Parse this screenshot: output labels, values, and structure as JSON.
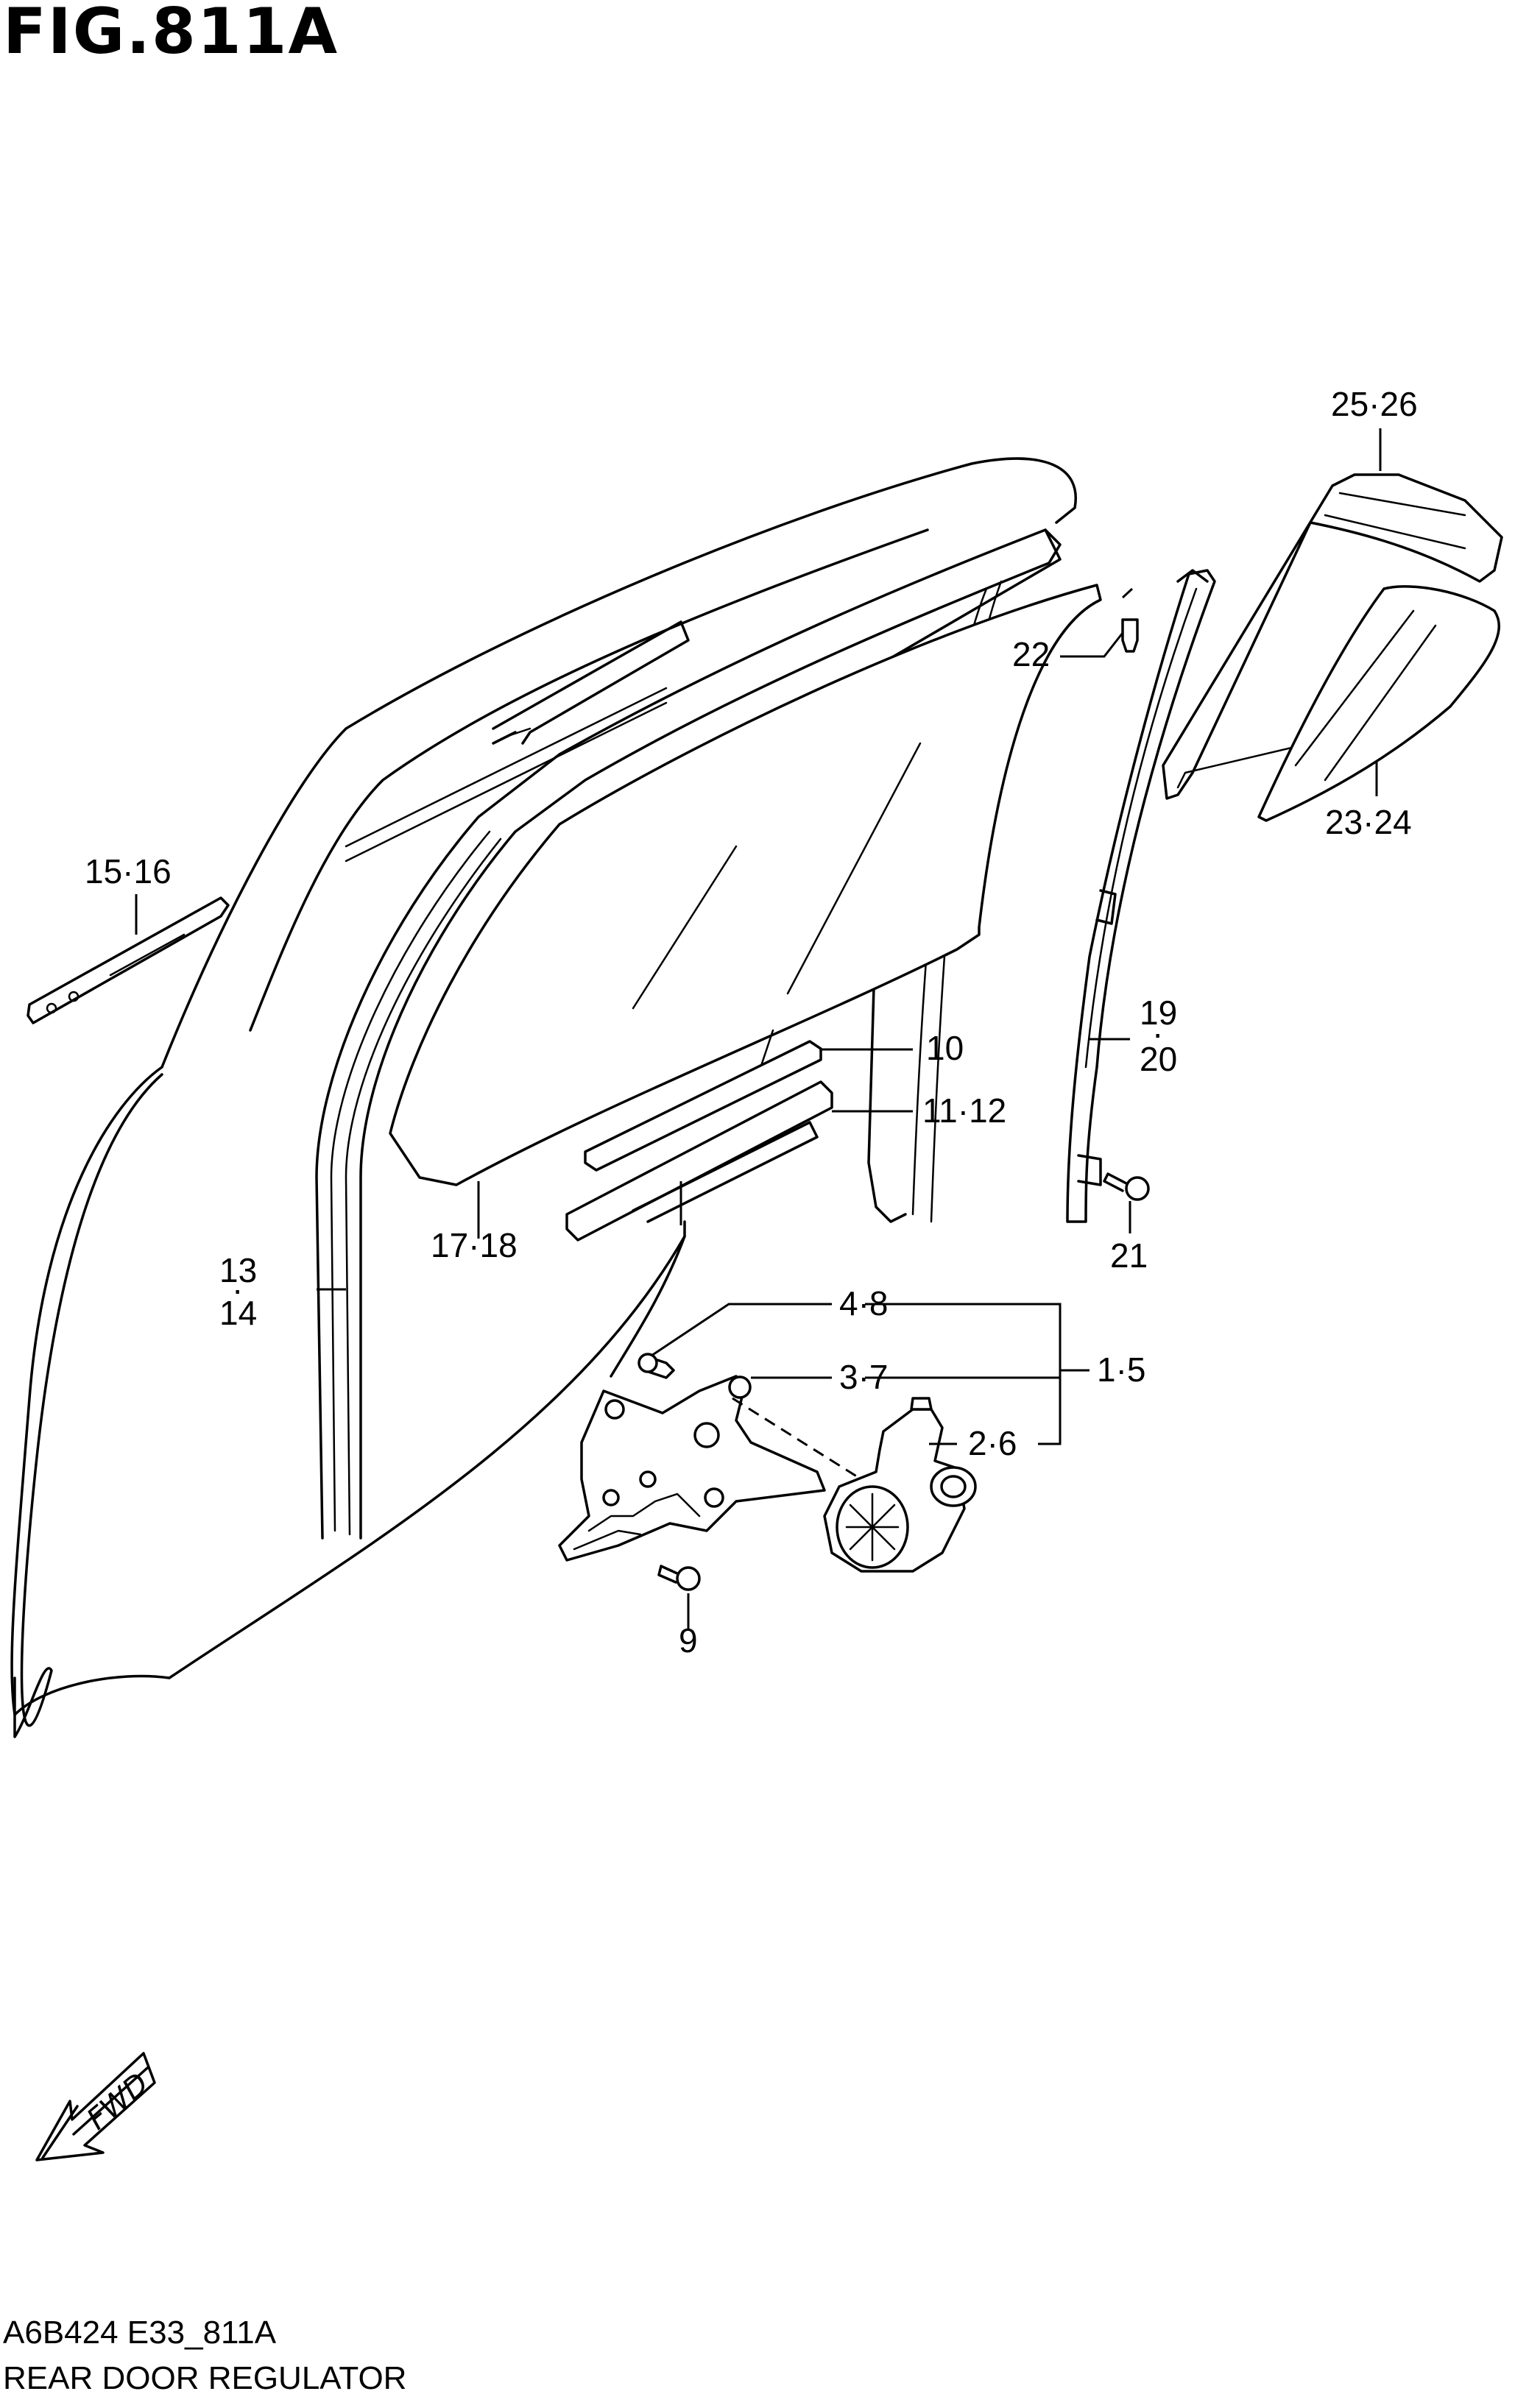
{
  "figure": {
    "title": "FIG.811A",
    "code": "A6B424 E33_811A",
    "name": "REAR DOOR REGULATOR"
  },
  "callouts": {
    "c25_26": "25·26",
    "c22": "22",
    "c23_24": "23·24",
    "c15_16": "15·16",
    "c19": "19",
    "c19_20_dot": "·",
    "c20": "20",
    "c10": "10",
    "c11_12": "11·12",
    "c13": "13",
    "c13_14_dot": "·",
    "c14": "14",
    "c17_18": "17·18",
    "c21": "21",
    "c4_8": "4·8",
    "c3_7": "3·7",
    "c1_5": "1·5",
    "c2_6": "2·6",
    "c9": "9"
  },
  "fwd_label": "FWD"
}
